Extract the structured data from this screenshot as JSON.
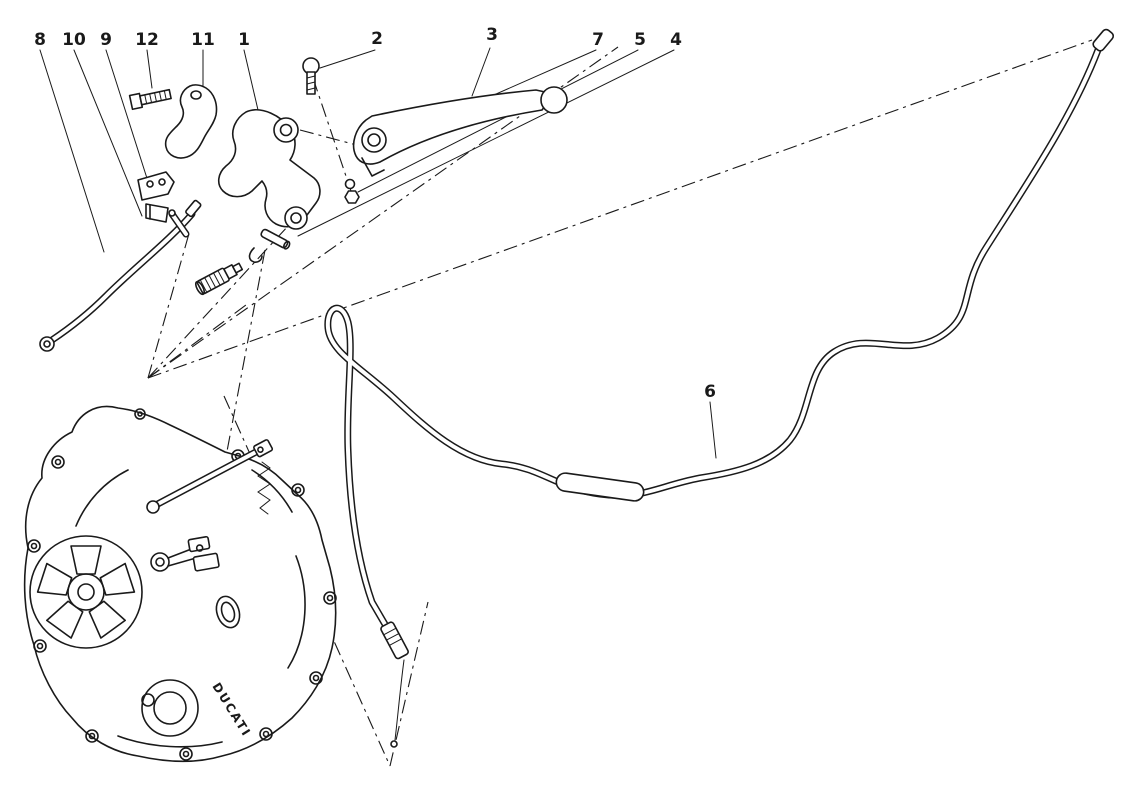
{
  "diagram": {
    "callouts": [
      {
        "id": "8",
        "label": "8"
      },
      {
        "id": "10",
        "label": "10"
      },
      {
        "id": "9",
        "label": "9"
      },
      {
        "id": "12",
        "label": "12"
      },
      {
        "id": "11",
        "label": "11"
      },
      {
        "id": "1",
        "label": "1"
      },
      {
        "id": "2",
        "label": "2"
      },
      {
        "id": "3",
        "label": "3"
      },
      {
        "id": "7",
        "label": "7"
      },
      {
        "id": "5",
        "label": "5"
      },
      {
        "id": "4",
        "label": "4"
      },
      {
        "id": "6",
        "label": "6"
      }
    ],
    "cover_text": "DUCATI",
    "colors": {
      "line": "#1a1a1a",
      "background": "#ffffff"
    }
  }
}
